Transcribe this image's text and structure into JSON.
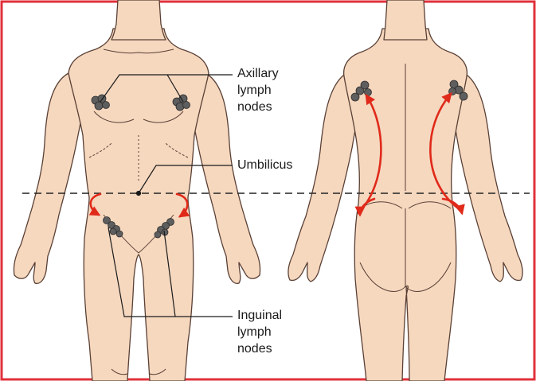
{
  "labels": {
    "axillary": [
      "Axillary",
      "lymph",
      "nodes"
    ],
    "umbilicus": "Umbilicus",
    "inguinal": [
      "Inguinal",
      "lymph",
      "nodes"
    ]
  },
  "colors": {
    "frame": "#e0303a",
    "skin": "#f6d8bf",
    "outline": "#5a4035",
    "node": "#5e5e5e",
    "arrow": "#e02a1a",
    "dashed_line": "#222222"
  }
}
